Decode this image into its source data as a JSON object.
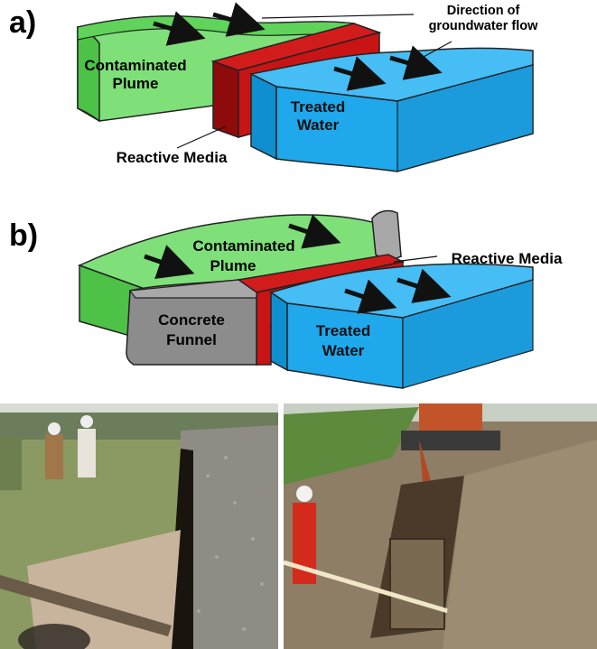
{
  "panel_a": {
    "label": "a)",
    "plume_label_line1": "Contaminated",
    "plume_label_line2": "Plume",
    "treated_label_line1": "Treated",
    "treated_label_line2": "Water",
    "media_label": "Reactive Media",
    "flow_label_line1": "Direction of",
    "flow_label_line2": "groundwater flow"
  },
  "panel_b": {
    "label": "b)",
    "plume_label_line1": "Contaminated",
    "plume_label_line2": "Plume",
    "treated_label_line1": "Treated",
    "treated_label_line2": "Water",
    "media_label": "Reactive Media",
    "funnel_label_line1": "Concrete",
    "funnel_label_line2": "Funnel"
  },
  "colors": {
    "plume": "#5fd35a",
    "plume_top": "#7fe07a",
    "water": "#1fa8ec",
    "water_top": "#46bdf4",
    "media": "#c81414",
    "media_dark": "#8e0b0b",
    "funnel": "#8c8c8c",
    "funnel_light": "#a8a8a8",
    "arrow": "#111111"
  },
  "photos": {
    "left": {
      "description_icon": "trench-pour-photo"
    },
    "right": {
      "description_icon": "excavator-trench-photo"
    }
  }
}
